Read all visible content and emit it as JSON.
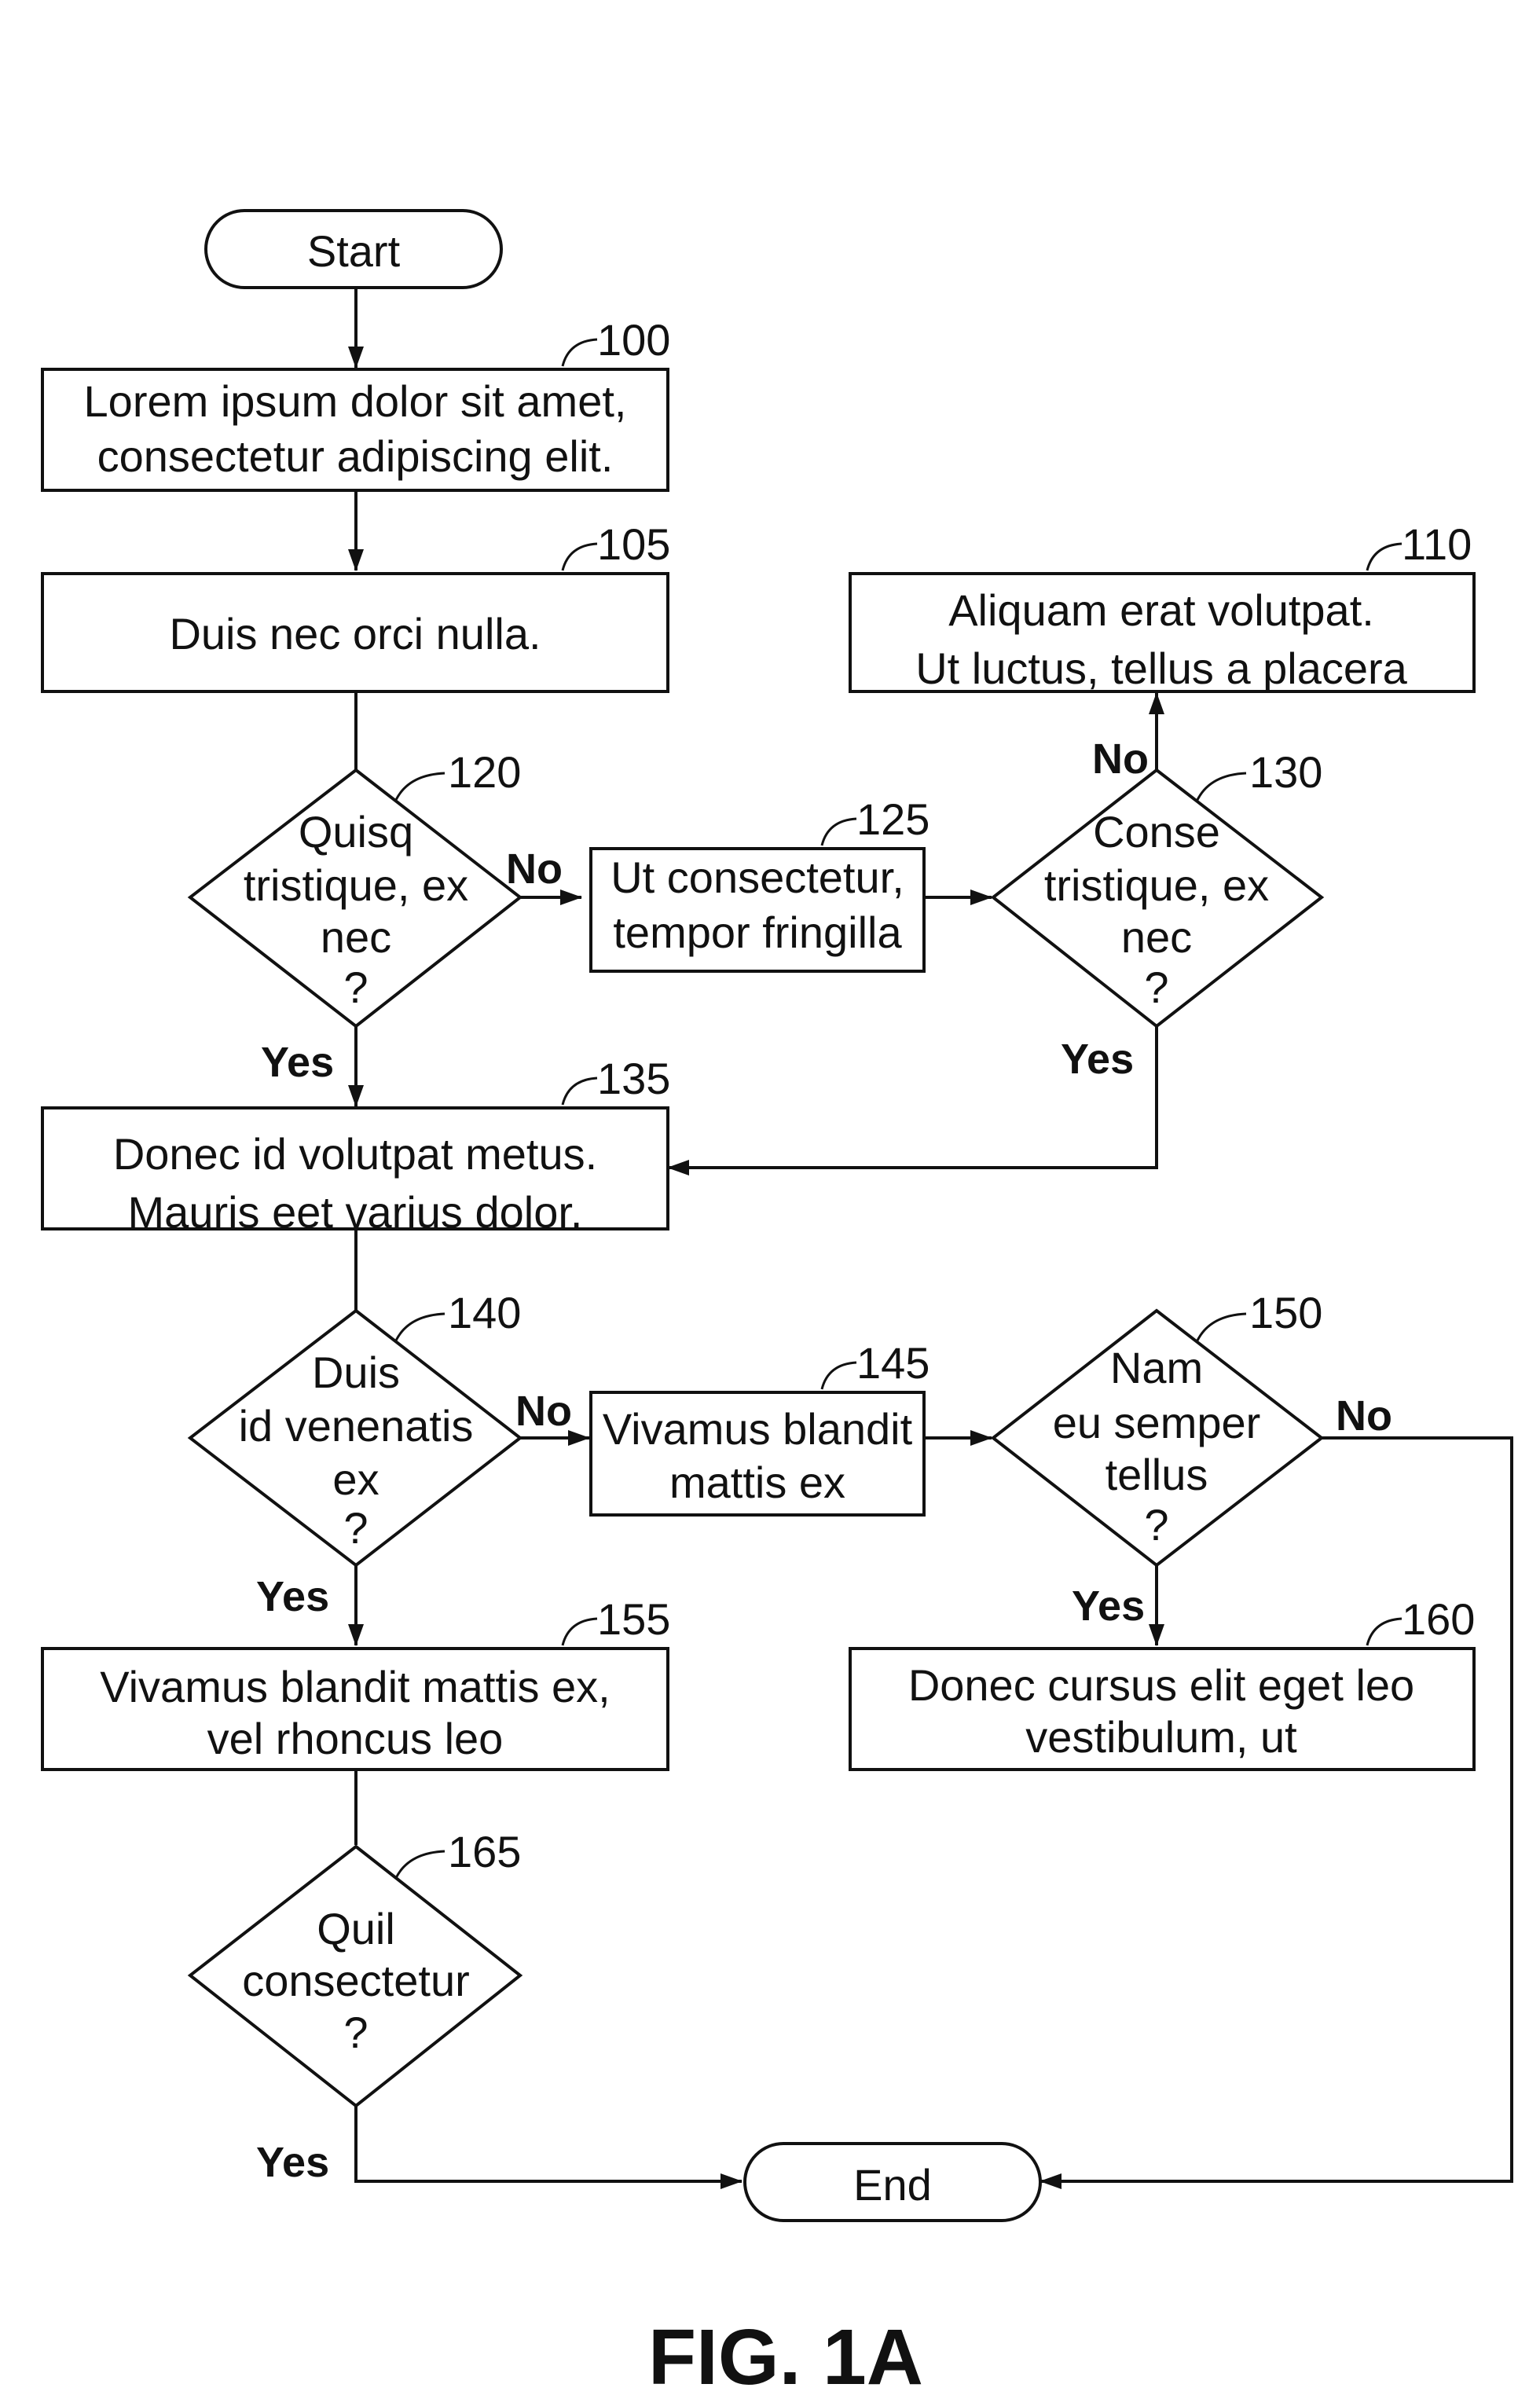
{
  "flowchart": {
    "start": {
      "label": "Start"
    },
    "end": {
      "label": "End"
    },
    "steps": {
      "s100": {
        "ref": "100",
        "lines": [
          "Lorem ipsum dolor sit amet,",
          "consectetur adipiscing elit."
        ]
      },
      "s105": {
        "ref": "105",
        "lines": [
          "Duis nec orci nulla."
        ]
      },
      "s110": {
        "ref": "110",
        "lines": [
          "Aliquam erat volutpat.",
          "Ut luctus, tellus a placera"
        ]
      },
      "s125": {
        "ref": "125",
        "lines": [
          "Ut consectetur,",
          "tempor fringilla"
        ]
      },
      "s135": {
        "ref": "135",
        "lines": [
          "Donec id volutpat metus.",
          "Mauris eet varius dolor."
        ]
      },
      "s145": {
        "ref": "145",
        "lines": [
          "Vivamus blandit",
          "mattis ex"
        ]
      },
      "s155": {
        "ref": "155",
        "lines": [
          "Vivamus blandit mattis ex,",
          "vel rhoncus leo"
        ]
      },
      "s160": {
        "ref": "160",
        "lines": [
          "Donec cursus elit eget leo",
          "vestibulum, ut"
        ]
      }
    },
    "decisions": {
      "d120": {
        "ref": "120",
        "lines": [
          "Quisq",
          "tristique, ex",
          "nec",
          "?"
        ]
      },
      "d130": {
        "ref": "130",
        "lines": [
          "Conse",
          "tristique, ex",
          "nec",
          "?"
        ]
      },
      "d140": {
        "ref": "140",
        "lines": [
          "Duis",
          "id venenatis",
          "ex",
          "?"
        ]
      },
      "d150": {
        "ref": "150",
        "lines": [
          "Nam",
          "eu semper",
          "tellus",
          "?"
        ]
      },
      "d165": {
        "ref": "165",
        "lines": [
          "Quil",
          "consectetur",
          "?"
        ]
      }
    },
    "branch_labels": {
      "d120_no": "No",
      "d120_yes": "Yes",
      "d130_no": "No",
      "d130_yes": "Yes",
      "d140_no": "No",
      "d140_yes": "Yes",
      "d150_no": "No",
      "d150_yes": "Yes",
      "d165_yes": "Yes"
    }
  },
  "figure_label": "FIG. 1A"
}
